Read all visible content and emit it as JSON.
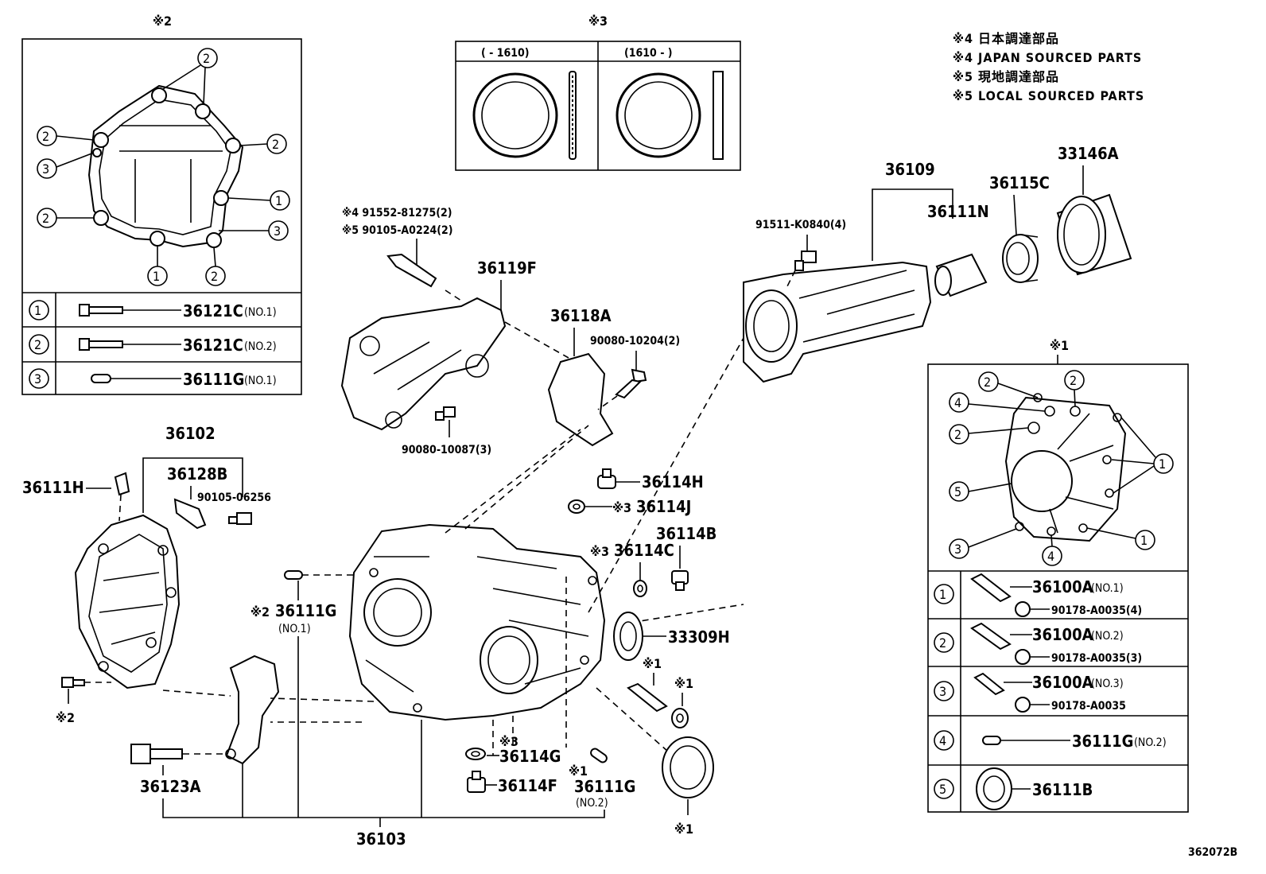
{
  "diagram_code": "362072B",
  "notes": {
    "n4_jp": "※4 日本調達部品",
    "n4_en": "※4 JAPAN SOURCED PARTS",
    "n5_jp": "※5 現地調達部品",
    "n5_en": "※5 LOCAL SOURCED PARTS"
  },
  "markers": {
    "m1": "※1",
    "m2": "※2",
    "m3": "※3"
  },
  "serial_box": {
    "left": "(      - 1610)",
    "right": "(1610 -       )"
  },
  "circles": {
    "c1": "1",
    "c2": "2",
    "c3": "3",
    "c4": "4",
    "c5": "5"
  },
  "left_table": {
    "rows": [
      {
        "num": "1",
        "part": "36121C",
        "sub": "(NO.1)"
      },
      {
        "num": "2",
        "part": "36121C",
        "sub": "(NO.2)"
      },
      {
        "num": "3",
        "part": "36111G",
        "sub": "(NO.1)"
      }
    ]
  },
  "right_table": {
    "rows": [
      {
        "num": "1",
        "part": "36100A",
        "sub": "(NO.1)",
        "nut": "90178-A0035(4)"
      },
      {
        "num": "2",
        "part": "36100A",
        "sub": "(NO.2)",
        "nut": "90178-A0035(3)"
      },
      {
        "num": "3",
        "part": "36100A",
        "sub": "(NO.3)",
        "nut": "90178-A0035"
      },
      {
        "num": "4",
        "part": "36111G",
        "sub": "(NO.2)"
      },
      {
        "num": "5",
        "part": "36111B"
      }
    ]
  },
  "parts": {
    "p36102": "36102",
    "p36128B": "36128B",
    "p90105_06256": "90105-06256",
    "p36111H": "36111H",
    "p36111G_no1": "36111G",
    "sub_no1": "(NO.1)",
    "p36123A": "36123A",
    "p36103": "36103",
    "p91552": "※4 91552-81275(2)",
    "p90105_a0224": "※5 90105-A0224(2)",
    "p36119F": "36119F",
    "p36118A": "36118A",
    "p90080_10204": "90080-10204(2)",
    "p90080_10087": "90080-10087(3)",
    "p36114H": "36114H",
    "p36114J": "36114J",
    "p36114B": "36114B",
    "p36114C": "36114C",
    "p33309H": "33309H",
    "p36114G": "36114G",
    "p36114F": "36114F",
    "p36111G_no2": "36111G",
    "sub_no2": "(NO.2)",
    "p36109": "36109",
    "p36111N": "36111N",
    "p36115C": "36115C",
    "p33146A": "33146A",
    "p91511": "91511-K0840(4)"
  }
}
